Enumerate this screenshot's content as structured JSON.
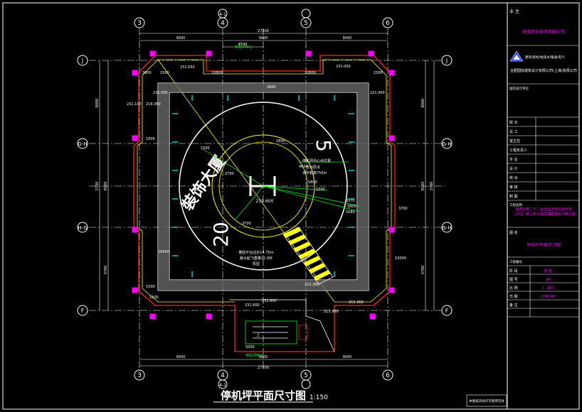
{
  "drawing": {
    "title": "停机坪平面尺寸图",
    "scale": "1:150",
    "grid_top": [
      "3",
      "4",
      "4-1",
      "5",
      "6"
    ],
    "grid_bottom": [
      "3",
      "4",
      "4-1",
      "5",
      "6"
    ],
    "grid_left": [
      "J",
      "G-H",
      "H-G",
      "F"
    ],
    "grid_right": [
      "J",
      "G-H",
      "G-H",
      "F"
    ],
    "dim_top_total": "27300",
    "dim_top_segments": [
      "9000",
      "9900",
      "9000"
    ],
    "dim_top_inner": "4500",
    "dim_bottom_total": "27300",
    "dim_bottom_segments": [
      "9000",
      "9900",
      "9000"
    ],
    "dim_left": [
      "8000",
      "2700",
      "9100",
      "3700"
    ],
    "dim_right": [
      "8000",
      "2700",
      "9100",
      "3700"
    ],
    "dims_misc": [
      "3900",
      "1500",
      "10800",
      "10800",
      "2300",
      "2600",
      "1500",
      "2700",
      "1800",
      "5800",
      "3700",
      "2300",
      "1500",
      "5000",
      "1800",
      "4600",
      "1500",
      "16600",
      "10000",
      "3570",
      "5800",
      "5580",
      "3700"
    ],
    "elevations": [
      "231.050",
      "231.050",
      "218.360",
      "231.100",
      "215.360",
      "231.600",
      "231.600",
      "215.360",
      "223.360",
      "231.600",
      "221.400"
    ],
    "helipad_letter": "H",
    "helipad_elev": "231.600",
    "tower_text": "裝饰大厦",
    "max_weight": "5",
    "max_size": "20",
    "notes_mid": [
      "停机坪中心点位置",
      "坐标原点",
      "水平距离750m"
    ],
    "notes_bottom": [
      "着陆平台边长14.75m",
      "最大起飞重量25.00t",
      "机型"
    ],
    "stair_label": "上",
    "footer_small": "本图纸未经许可使用无效",
    "misc_labels": [
      "停机坪中心",
      "停机坪中心"
    ]
  },
  "title_block": {
    "owner_label": "业  主",
    "owner_name": "荣盛商业投资有限公司",
    "design_unit_label": "建筑/结构/给排水/暖通/电气",
    "design_company": "合肥国际建筑设计有限公司(上海)有限公司",
    "cert_label": "国内设计单位",
    "rows": [
      {
        "label": "院  长",
        "value": ""
      },
      {
        "label": "总  工",
        "value": ""
      },
      {
        "label": "室主任",
        "value": ""
      },
      {
        "label": "工程负责人",
        "value": ""
      },
      {
        "label": "专  业",
        "value": ""
      },
      {
        "label": "设  计",
        "value": ""
      },
      {
        "label": "校  对",
        "value": ""
      },
      {
        "label": "审  核",
        "value": ""
      },
      {
        "label": "制  图",
        "value": ""
      }
    ],
    "project_label": "工程名称",
    "project_name": "福建省第二十二届全国运动会合作馆（221）第三期工程项目建筑设计施工图",
    "drawing_label": "图  名",
    "drawing_name": "停机坪平面尺寸图",
    "job_label": "工程编号",
    "job_value": "",
    "info_rows": [
      {
        "label": "阶  段",
        "value": "施 施"
      },
      {
        "label": "图  号",
        "value": "14"
      },
      {
        "label": "比  例",
        "value": "1: 150"
      },
      {
        "label": "日  期",
        "value": "2009.08"
      },
      {
        "label": "备  注",
        "value": ""
      }
    ]
  },
  "colors": {
    "background": "#000000",
    "frame": "#ffffff",
    "grid": "#00ff00",
    "wall": "#ffffff",
    "red": "#ff2020",
    "yellow": "#ffff00",
    "cyan": "#00ffff",
    "magenta": "#ff00ff",
    "blue": "#3050ff"
  }
}
